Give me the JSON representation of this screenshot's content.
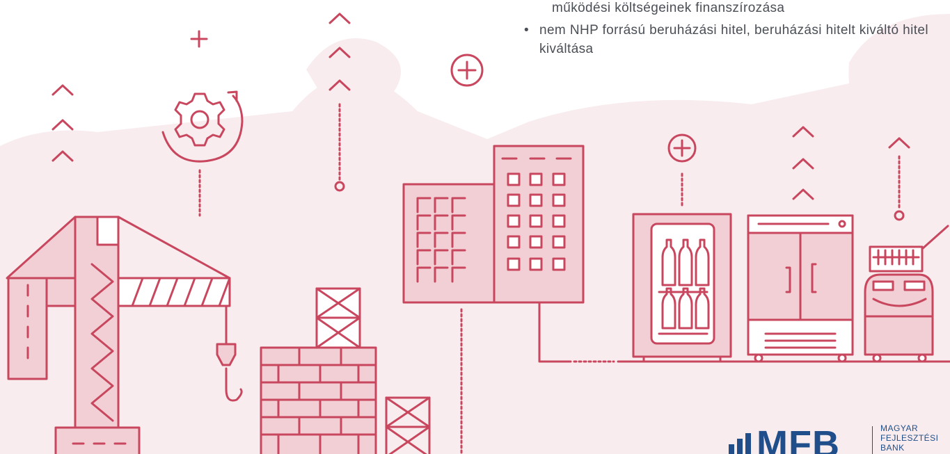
{
  "text": {
    "line1": "működési költségeinek finanszírozása",
    "bullet": "•",
    "bullet_text": "nem NHP forrású beruházási hitel, beruházási hitelt kiváltó hitel kiváltása"
  },
  "logo": {
    "name": "MFB",
    "line1": "MAGYAR",
    "line2": "FEJLESZTÉSI",
    "line3": "BANK"
  },
  "colors": {
    "accent": "#c8475e",
    "fill": "#f2cfd4",
    "blob": "#f8ecee",
    "text": "#4a4e55",
    "logo": "#1f4e8a"
  }
}
